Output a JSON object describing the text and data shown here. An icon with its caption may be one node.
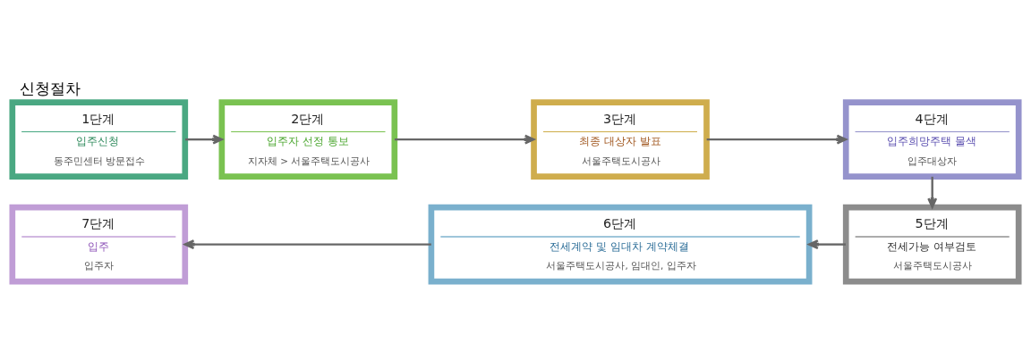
{
  "diagram": {
    "title": "신청절차",
    "nodes": [
      {
        "text": [
          "1단계",
          "입주신청",
          "동주민센터 방문접수"
        ]
      },
      {
        "text": [
          "2단계",
          "입주자 선정 통보",
          "지자체 > 서울주택도시공사"
        ]
      },
      {
        "text": [
          "3단계",
          "최종 대상자 발표",
          "서울주택도시공사"
        ]
      },
      {
        "text": [
          "4단계",
          "입주희망주택 물색",
          "입주대상자"
        ]
      },
      {
        "text": [
          "5단계",
          "전세가능 여부검토",
          "서울주택도시공사"
        ]
      },
      {
        "text": [
          "6단계",
          "전세계약 및 임대차 계약체결",
          "서울주택도시공사, 임대인, 입주자"
        ]
      },
      {
        "text": [
          "7단계",
          "입주",
          "입주자"
        ]
      }
    ],
    "edges": [
      {
        "from": 0,
        "to": 1,
        "arrow": "to"
      },
      {
        "from": 1,
        "to": 2,
        "arrow": "to"
      },
      {
        "from": 2,
        "to": 3,
        "arrow": "to"
      },
      {
        "from": 3,
        "to": 4,
        "arrow": "to"
      },
      {
        "from": 4,
        "to": 5,
        "arrow": "to"
      },
      {
        "from": 5,
        "to": 6,
        "arrow": "to"
      }
    ]
  }
}
